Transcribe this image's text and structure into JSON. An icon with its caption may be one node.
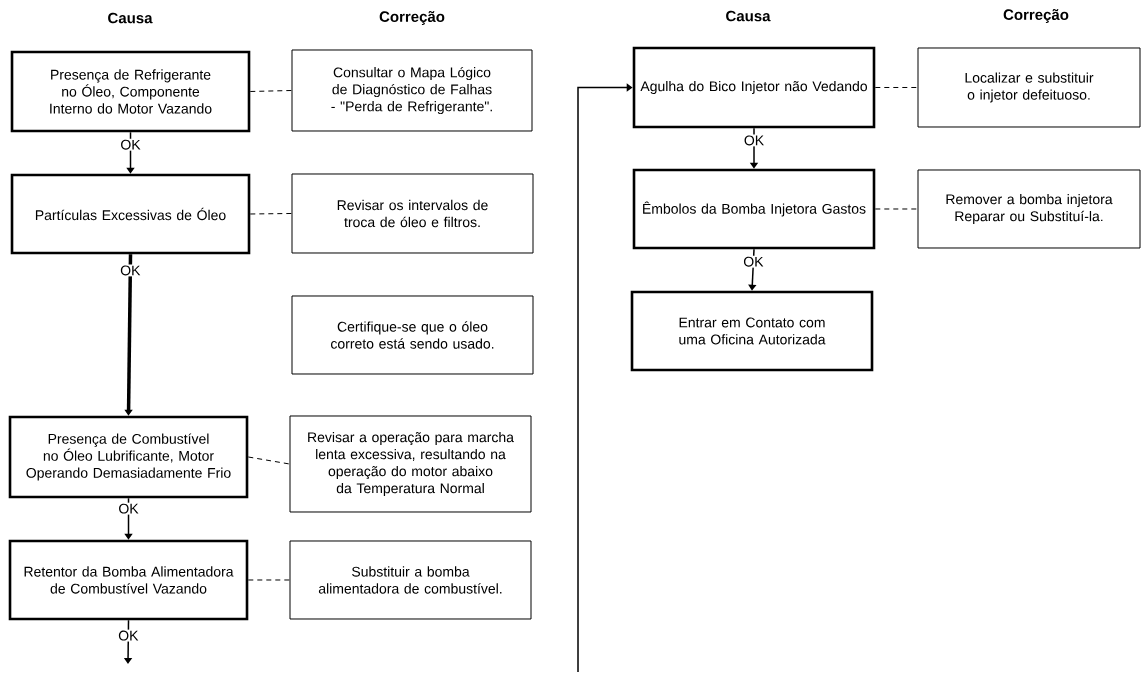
{
  "diagram": {
    "nodes": [
      {
        "text": [
          "Presença de Refrigerante no Óleo, Componente Interno do Motor Vazando"
        ]
      },
      {
        "text": [
          "Consultar o Mapa Lógico de Diagnóstico de Falhas - \"Perda de Refrigerante\"."
        ]
      },
      {
        "text": [
          "Partículas Excessivas de Óleo"
        ]
      },
      {
        "text": [
          "Revisar os intervalos de troca de óleo e filtros."
        ]
      },
      {
        "text": [
          "Certifique-se que o óleo correto está sendo usado."
        ]
      },
      {
        "text": [
          "Presença de Combustível no Óleo Lubrificante, Motor Operando Demasiadamente Frio"
        ]
      },
      {
        "text": [
          "Revisar a operação para marcha lenta excessiva, resultando na operação do motor abaixo da Temperatura Normal"
        ]
      },
      {
        "text": [
          "Retentor da Bomba Alimentadora de Combustível Vazando"
        ]
      },
      {
        "text": [
          "Substituir a bomba alimentadora de combustível."
        ]
      },
      {
        "text": [
          "Agulha do Bico Injetor não Vedando"
        ]
      },
      {
        "text": [
          "Localizar e substituir o injetor defeituoso."
        ]
      },
      {
        "text": [
          "Êmbolos da Bomba Injetora Gastos"
        ]
      },
      {
        "text": [
          "Remover a bomba injetora Reparar ou Substituí-la."
        ]
      },
      {
        "text": [
          "Entrar em Contato com uma Oficina Autorizada"
        ]
      }
    ],
    "edges": [
      {
        "from": 0,
        "to": 1,
        "arrow": "none",
        "style": "dashed"
      },
      {
        "from": 2,
        "to": 3,
        "arrow": "none",
        "style": "dashed"
      },
      {
        "from": 5,
        "to": 6,
        "arrow": "none",
        "style": "dashed"
      },
      {
        "from": 7,
        "to": 8,
        "arrow": "none",
        "style": "dashed"
      },
      {
        "from": 9,
        "to": 10,
        "arrow": "none",
        "style": "dashed"
      },
      {
        "from": 11,
        "to": 12,
        "arrow": "none",
        "style": "dashed"
      },
      {
        "from": 0,
        "to": 2,
        "arrow": "to",
        "label": "OK"
      },
      {
        "from": 2,
        "to": 5,
        "arrow": "to",
        "label": "OK",
        "style": "thick"
      },
      {
        "from": 5,
        "to": 7,
        "arrow": "to",
        "label": "OK"
      },
      {
        "from": 7,
        "to": null,
        "arrow": "to",
        "label": "OK"
      },
      {
        "from": null,
        "to": 9,
        "arrow": "to"
      },
      {
        "from": 9,
        "to": 11,
        "arrow": "to",
        "label": "OK"
      },
      {
        "from": 11,
        "to": 13,
        "arrow": "to",
        "label": "OK"
      }
    ],
    "labels": [
      "Causa",
      "Correção",
      "Causa",
      "Correção"
    ]
  }
}
